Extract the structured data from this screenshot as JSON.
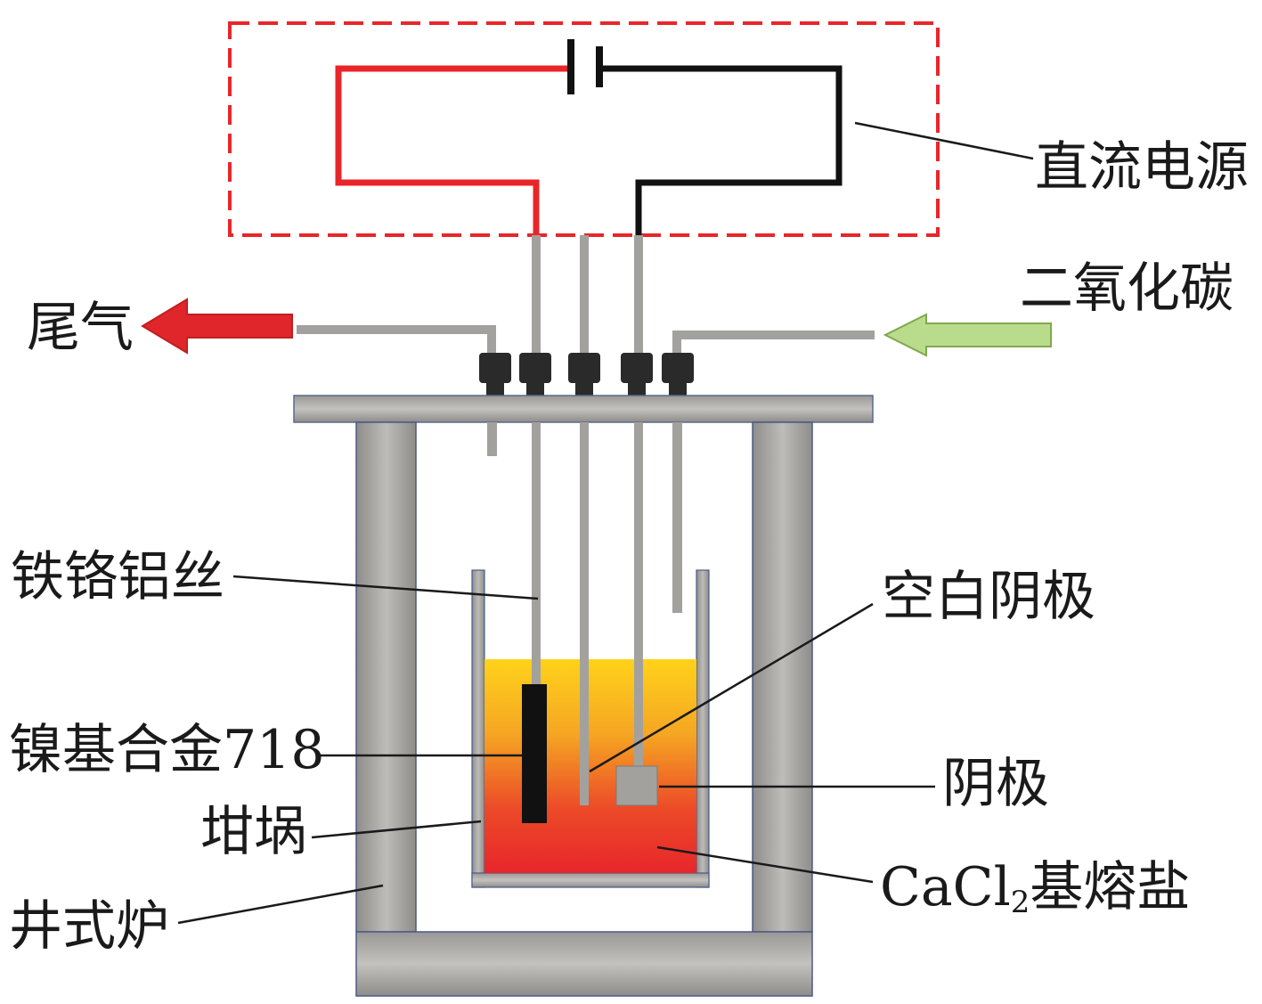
{
  "labels": {
    "dc_power": "直流电源",
    "exhaust": "尾气",
    "co2": "二氧化碳",
    "fecral_wire": "铁铬铝丝",
    "blank_cathode": "空白阴极",
    "alloy_prefix": "镍基合金",
    "alloy_number": "718",
    "cathode": "阴极",
    "crucible": "坩埚",
    "salt_prefix": "CaCl",
    "salt_sub": "2",
    "salt_suffix": "基熔盐",
    "furnace": "井式炉"
  },
  "colors": {
    "power_box": "#e8262a",
    "red_wire": "#e8262a",
    "black_wire": "#111111",
    "exhaust_arrow": "#e0262a",
    "co2_arrow": "#b9dc8c",
    "steel": "#a8a6a3",
    "salt_top": "#ffd21a",
    "salt_bottom": "#e8262a"
  }
}
